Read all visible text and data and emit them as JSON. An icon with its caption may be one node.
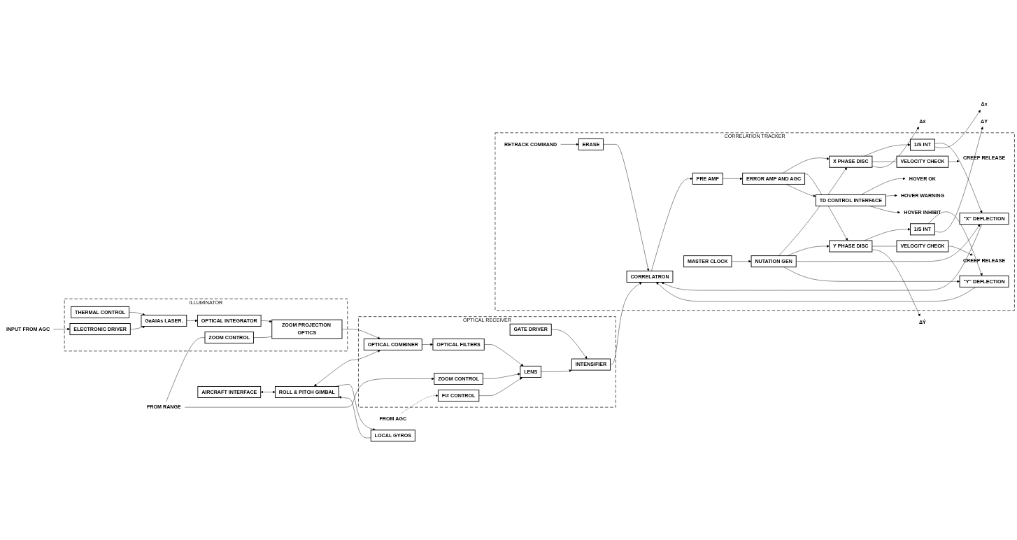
{
  "diagram": {
    "nodes": [
      {
        "text": [
          "AIRCRAFT INTERFACE"
        ]
      },
      {
        "text": [
          "ROLL & PITCH GIMBAL"
        ]
      },
      {
        "text": [
          "LOCAL GYROS"
        ]
      },
      {
        "text": [
          "OPTICAL RECEIVER"
        ]
      },
      {
        "text": [
          "GATE DRIVER"
        ],
        "in": 3
      },
      {
        "text": [
          "OPTICAL COMBINER"
        ],
        "in": 3
      },
      {
        "text": [
          "OPTICAL FILTERS"
        ],
        "in": 3
      },
      {
        "text": [
          "LENS"
        ],
        "in": 3
      },
      {
        "text": [
          "INTENSIFIER"
        ],
        "in": 3
      },
      {
        "text": [
          "F/# CONTROL"
        ],
        "in": 3
      },
      {
        "text": [
          "ZOOM CONTROL"
        ],
        "in": 3
      },
      {
        "text": [
          "FROM AGC"
        ]
      },
      {
        "text": [
          "FROM RANGE"
        ]
      },
      {
        "text": [
          "ILLUMINATOR"
        ]
      },
      {
        "text": [
          "ZOOM PROJECTION OPTICS"
        ],
        "in": 13
      },
      {
        "text": [
          "ZOOM CONTROL"
        ],
        "in": 13
      },
      {
        "text": [
          "OPTICAL INTEGRATOR"
        ],
        "in": 13
      },
      {
        "text": [
          "GaAlAs LASER."
        ],
        "in": 13
      },
      {
        "text": [
          "THERMAL CONTROL"
        ],
        "in": 13
      },
      {
        "text": [
          "ELECTRONIC DRIVER"
        ],
        "in": 13
      },
      {
        "text": [
          "INPUT FROM AGC"
        ]
      },
      {
        "text": [
          "CORRELATION TRACKER"
        ]
      },
      {
        "text": [
          "\"X\" DEFLECTION"
        ],
        "in": 21
      },
      {
        "text": [
          "1/S INT"
        ],
        "in": 21
      },
      {
        "text": [
          "VELOCITY CHECK"
        ],
        "in": 21
      },
      {
        "text": [
          "CREEP RELEASE"
        ],
        "in": 21
      },
      {
        "text": [
          "CORRELATRON"
        ],
        "in": 21
      },
      {
        "text": [
          "PRE AMP"
        ],
        "in": 21
      },
      {
        "text": [
          "ERROR AMP AND AGC"
        ],
        "in": 21
      },
      {
        "text": [
          "X PHASE DISC"
        ],
        "in": 21
      },
      {
        "text": [
          "Y PHASE DISC"
        ],
        "in": 21
      },
      {
        "text": [
          "NUTATION GEN"
        ],
        "in": 21
      },
      {
        "text": [
          "MASTER CLOCK"
        ],
        "in": 21
      },
      {
        "text": [
          "\"Y\" DEFLECTION"
        ],
        "in": 21
      },
      {
        "text": [
          "1/S INT"
        ],
        "in": 21
      },
      {
        "text": [
          "VELOCITY CHECK"
        ],
        "in": 21
      },
      {
        "text": [
          "CREEP RELEASE"
        ],
        "in": 21
      },
      {
        "text": [
          "ERASE"
        ],
        "in": 21
      },
      {
        "text": [
          "RETRACK COMMAND"
        ],
        "in": 21
      },
      {
        "text": [
          "TD CONTROL INTERFACE"
        ],
        "in": 21
      },
      {
        "text": [
          "HOVER OK"
        ],
        "in": 21
      },
      {
        "text": [
          "HOVER WARNING"
        ],
        "in": 21
      },
      {
        "text": [
          "HOVER INHIBIT"
        ],
        "in": 21
      },
      {
        "text": [
          "Δx"
        ]
      },
      {
        "text": [
          "Δẋ"
        ]
      },
      {
        "text": [
          "ΔẎ"
        ]
      },
      {
        "text": [
          "ΔY"
        ]
      }
    ],
    "edges": [
      {
        "from": 0,
        "to": 1,
        "arrow": "both"
      },
      {
        "from": 1,
        "to": 5,
        "arrow": "both"
      },
      {
        "from": 2,
        "to": 1,
        "arrow": "to"
      },
      {
        "from": 1,
        "to": 2,
        "arrow": "to"
      },
      {
        "from": 5,
        "to": 6,
        "arrow": "to"
      },
      {
        "from": 6,
        "to": 7,
        "arrow": "to"
      },
      {
        "from": 7,
        "to": 8,
        "arrow": "to"
      },
      {
        "from": 4,
        "to": 8,
        "arrow": "to"
      },
      {
        "from": 9,
        "to": 7,
        "arrow": "to"
      },
      {
        "from": 10,
        "to": 7,
        "arrow": "to"
      },
      {
        "from": 11,
        "to": 9,
        "arrow": "to",
        "style": "dashed"
      },
      {
        "from": 12,
        "to": 10,
        "arrow": "to"
      },
      {
        "from": 12,
        "to": 15,
        "arrow": "none"
      },
      {
        "from": 15,
        "to": 14,
        "arrow": "none"
      },
      {
        "from": 14,
        "to": 5,
        "arrow": "to"
      },
      {
        "from": 16,
        "to": 14,
        "arrow": "to"
      },
      {
        "from": 17,
        "to": 16,
        "arrow": "to"
      },
      {
        "from": 18,
        "to": 17,
        "arrow": "to"
      },
      {
        "from": 19,
        "to": 17,
        "arrow": "to"
      },
      {
        "from": 20,
        "to": 19,
        "arrow": "to"
      },
      {
        "from": 8,
        "to": 26,
        "arrow": "to"
      },
      {
        "from": 22,
        "to": 26,
        "arrow": "to"
      },
      {
        "from": 33,
        "to": 26,
        "arrow": "to"
      },
      {
        "from": 37,
        "to": 26,
        "arrow": "to"
      },
      {
        "from": 38,
        "to": 37,
        "arrow": "to"
      },
      {
        "from": 26,
        "to": 27,
        "arrow": "to"
      },
      {
        "from": 27,
        "to": 28,
        "arrow": "to"
      },
      {
        "from": 28,
        "to": 29,
        "arrow": "to"
      },
      {
        "from": 28,
        "to": 30,
        "arrow": "to"
      },
      {
        "from": 31,
        "to": 29,
        "arrow": "to"
      },
      {
        "from": 31,
        "to": 30,
        "arrow": "to"
      },
      {
        "from": 32,
        "to": 31,
        "arrow": "to"
      },
      {
        "from": 31,
        "to": 22,
        "arrow": "to"
      },
      {
        "from": 31,
        "to": 33,
        "arrow": "to"
      },
      {
        "from": 29,
        "to": 23,
        "arrow": "to"
      },
      {
        "from": 29,
        "to": 24,
        "arrow": "none"
      },
      {
        "from": 29,
        "to": 44,
        "arrow": "to"
      },
      {
        "from": 23,
        "to": 22,
        "arrow": "to"
      },
      {
        "from": 23,
        "to": 43,
        "arrow": "to"
      },
      {
        "from": 24,
        "to": 25,
        "arrow": "to"
      },
      {
        "from": 30,
        "to": 34,
        "arrow": "to"
      },
      {
        "from": 30,
        "to": 35,
        "arrow": "none"
      },
      {
        "from": 30,
        "to": 45,
        "arrow": "to"
      },
      {
        "from": 34,
        "to": 33,
        "arrow": "to"
      },
      {
        "from": 34,
        "to": 46,
        "arrow": "to"
      },
      {
        "from": 35,
        "to": 36,
        "arrow": "to"
      },
      {
        "from": 28,
        "to": 39,
        "arrow": "to"
      },
      {
        "from": 39,
        "to": 40,
        "arrow": "to"
      },
      {
        "from": 39,
        "to": 41,
        "arrow": "to"
      },
      {
        "from": 39,
        "to": 42,
        "arrow": "to"
      }
    ]
  }
}
